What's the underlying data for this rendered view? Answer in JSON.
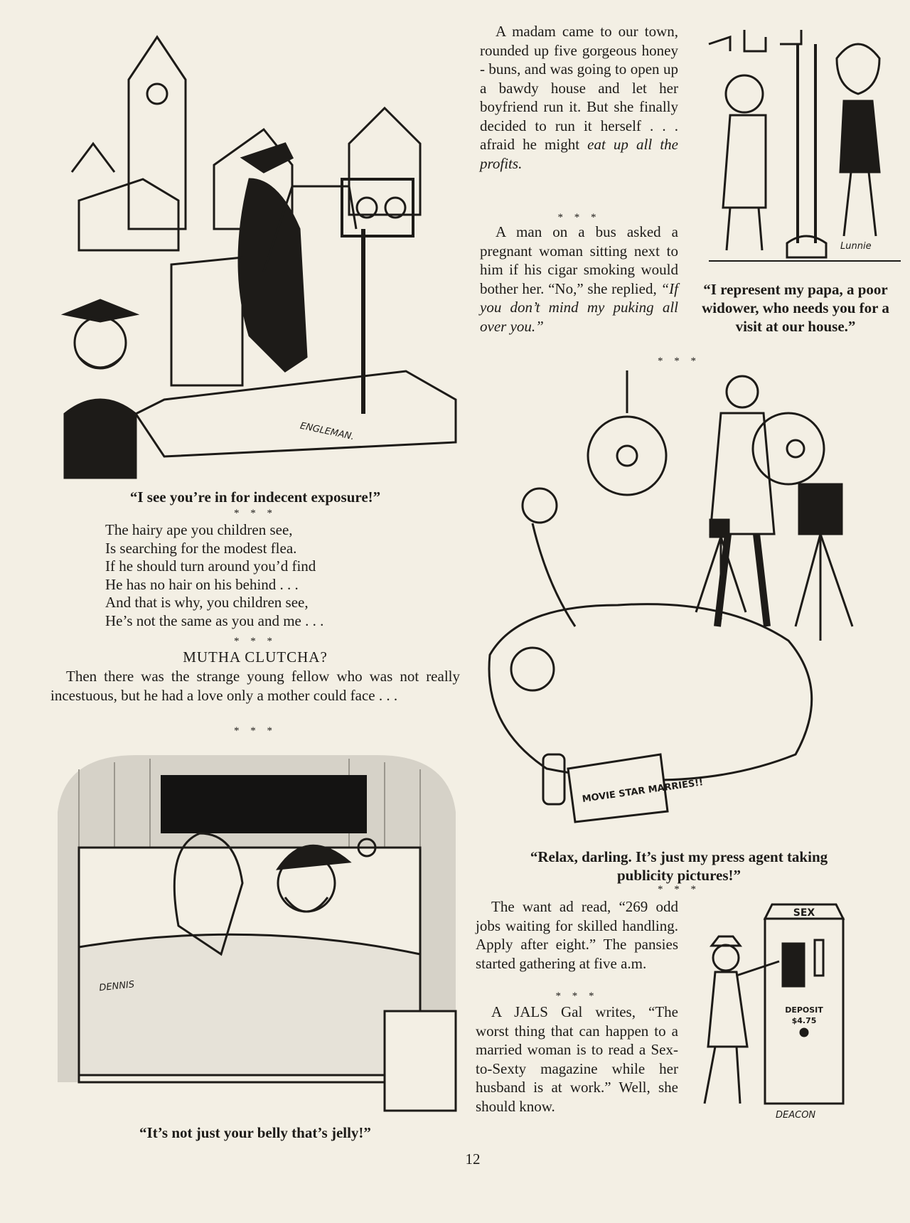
{
  "page_number": "12",
  "stars": "* * *",
  "cartoon_pillory": {
    "signature": "ENGLEMAN.",
    "caption": "“I see you’re in for indecent exposure!”"
  },
  "poem": {
    "lines": [
      "The hairy ape you children see,",
      "Is searching for the modest flea.",
      "If he should turn around you’d find",
      "He has no hair on his behind . . .",
      "And that is why, you children see,",
      "He’s not the same as you and me . . ."
    ]
  },
  "mutha": {
    "heading": "MUTHA CLUTCHA?",
    "text": "Then there was the strange young fellow who was not really incestuous, but he had a love only a mother could face . . ."
  },
  "cartoon_santa": {
    "signature": "DENNIS",
    "caption": "“It’s not just your belly that’s jelly!”"
  },
  "madam_joke": {
    "text": "A madam came to our town, rounded up five gorgeous honey - buns, and was going to open up a bawdy house and let her boyfriend run it. But she finally decided to run it herself . . . afraid he might ",
    "punchline": "eat up all the profits."
  },
  "bus_joke": {
    "text": "A man on a bus asked a pregnant woman sitting next to him if his cigar smoking would bother her. “No,” she replied, ",
    "punchline": "“If you don’t mind my puking all over you.”"
  },
  "cartoon_streetcorner": {
    "signature": "Lunnie",
    "caption": "“I represent my papa, a poor widower, who needs you for a visit at our house.”"
  },
  "cartoon_photographer": {
    "newspaper_headline": "MOVIE STAR MARRIES!!",
    "caption": "“Relax, darling. It’s just my press agent taking publicity pictures!”"
  },
  "want_ad_joke": {
    "text": "The want ad read, “269 odd jobs waiting for skilled handling. Apply after eight.” The pansies started gathering at five a.m."
  },
  "jals_joke": {
    "text": "A JALS Gal writes, “The worst thing that can happen to a married woman is to read a Sex-to-Sexty magazine while her husband is at work.” Well, she should know."
  },
  "cartoon_machine": {
    "machine_sign": "SEX",
    "deposit_label": "DEPOSIT",
    "price": "$4.75",
    "signature": "DEACON"
  }
}
